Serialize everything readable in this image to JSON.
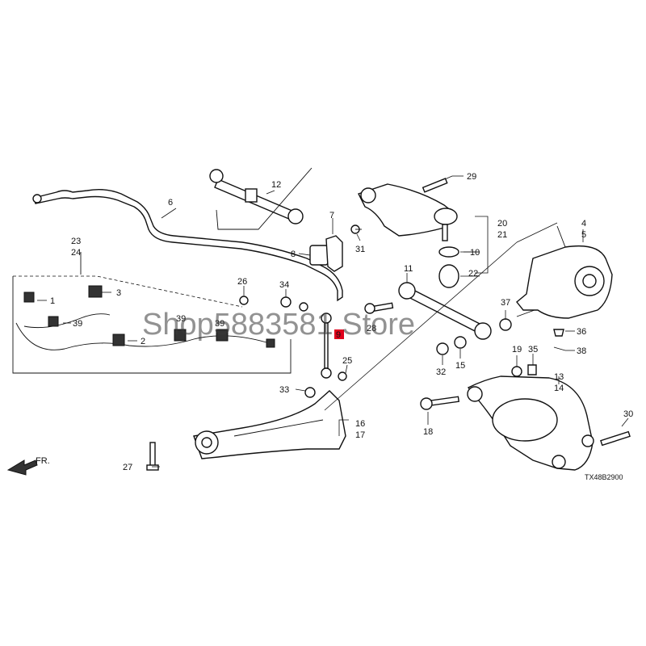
{
  "callouts": {
    "c1": "1",
    "c2": "2",
    "c3": "3",
    "c4": "4",
    "c5": "5",
    "c6": "6",
    "c7": "7",
    "c8": "8",
    "c10": "10",
    "c11": "11",
    "c12": "12",
    "c13": "13",
    "c14": "14",
    "c15": "15",
    "c16": "16",
    "c17": "17",
    "c18": "18",
    "c19": "19",
    "c20": "20",
    "c21": "21",
    "c22": "22",
    "c23": "23",
    "c24": "24",
    "c25": "25",
    "c26": "26",
    "c27": "27",
    "c28": "28",
    "c29": "29",
    "c30": "30",
    "c31": "31",
    "c32": "32",
    "c33": "33",
    "c34": "34",
    "c35": "35",
    "c36": "36",
    "c37": "37",
    "c38": "38",
    "c39a": "39",
    "c39b": "39",
    "c39c": "39",
    "c9": "9"
  },
  "direction_label": "FR.",
  "diagram_code": "TX48B2900",
  "watermark": "Shop5883581 Store",
  "colors": {
    "ink": "#111111",
    "highlight": "#e0001b",
    "background": "#ffffff"
  }
}
